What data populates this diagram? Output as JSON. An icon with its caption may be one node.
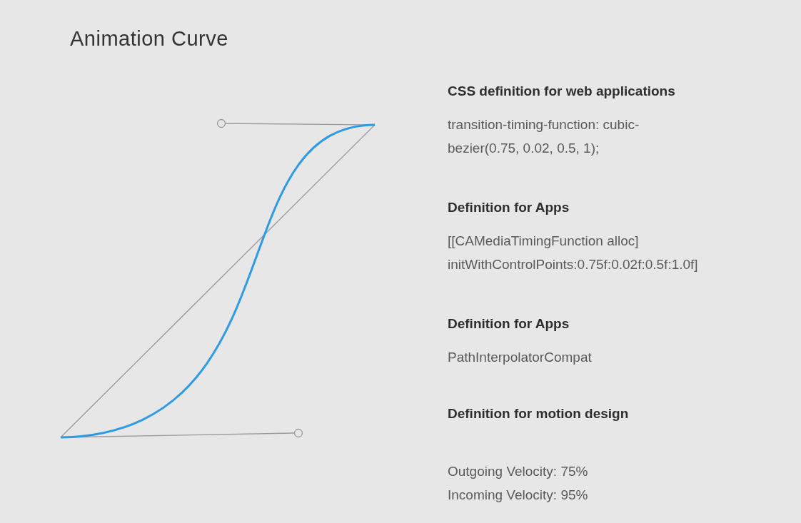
{
  "diagram": {
    "title": "Animation Curve",
    "labels": [
      "CSS definition for web applications",
      "transition-timing-function: cubic-bezier(0.75, 0.02, 0.5, 1);",
      "Definition for Apps",
      "[[CAMediaTimingFunction alloc] initWithControlPoints:0.75f:0.02f:0.5f:1.0f]",
      "Definition for Apps",
      "PathInterpolatorCompat",
      "Definition for motion design",
      "Outgoing Velocity: 75%",
      "Incoming Velocity: 95%"
    ]
  }
}
